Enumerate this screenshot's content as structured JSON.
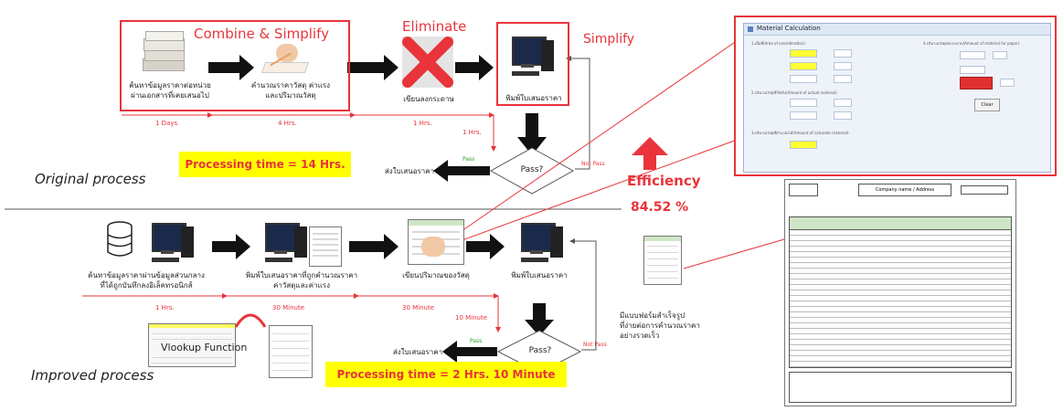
{
  "original": {
    "title": "Original process",
    "combine_label": "Combine & Simplify",
    "eliminate_label": "Eliminate",
    "simplify_label": "Simplify",
    "step1": "ค้นหาข้อมูลราคาต่อหน่วย\nผ่านเอกสารที่เคยเสนอไป",
    "step2": "คำนวณราคาวัสดุ ค่าแรง\nและปริมาณวัสดุ",
    "step3": "เขียนลงกระดาษ",
    "step4": "พิมพ์ใบเสนอราคา",
    "time1": "1 Days",
    "time2": "4 Hrs.",
    "time3": "1 Hrs.",
    "time4": "1 Hrs.",
    "processing": "Processing time = 14 Hrs.",
    "pass": "Pass?",
    "pass_label": "Pass",
    "not_pass_label": "Not Pass",
    "send": "ส่งใบเสนอราคา"
  },
  "improved": {
    "title": "Improved process",
    "step1": "ค้นหาข้อมูลราคาผ่านข้อมูลส่วนกลาง\nที่ได้ถูกบันทึกลงอิเล็คทรอนิกส์",
    "step2": "พิมพ์ใบเสนอราคาที่ถูกคำนวณราคา\nค่าวัสดุและค่าแรง",
    "step3": "เขียนปริมาณของวัสดุ",
    "step4": "พิมพ์ใบเสนอราคา",
    "time1": "1 Hrs.",
    "time2": "30 Minute",
    "time3": "30 Minute",
    "time4": "10 Minute",
    "vlookup": "Vlookup Function",
    "processing": "Processing time = 2 Hrs. 10 Minute",
    "pass": "Pass?",
    "pass_label": "Pass",
    "not_pass_label": "Not Pass",
    "send": "ส่งใบเสนอราคา",
    "form_note": "มีแบบฟอร์มสำเร็จรูป\nที่ง่ายต่อการคำนวณราคา\nอย่างรวดเร็ว"
  },
  "efficiency": {
    "label": "Efficiency",
    "value": "84.52 %"
  },
  "calc_window": {
    "title": "Material Calculation",
    "section1": "1.เนื้อที่(Area of consideration)",
    "section2": "2.ปริมาณวัสดุที่ใช้จริง(Amount of actual material)",
    "section3": "3.ปริมาณวัสดุที่คำนวณได้(Amount of calculate material)",
    "section4": "4.ปริมาณวัสดุต่อกระดาษ(Amount of material for paper)",
    "button": "Clear",
    "accent_yellow": "#ffff33",
    "accent_red": "#e03030"
  },
  "quote_sheet": {
    "header": "Company name / Address"
  },
  "colors": {
    "red": "#e8343a",
    "yellow": "#ffff00",
    "green": "#2aa02a",
    "black": "#111111"
  }
}
